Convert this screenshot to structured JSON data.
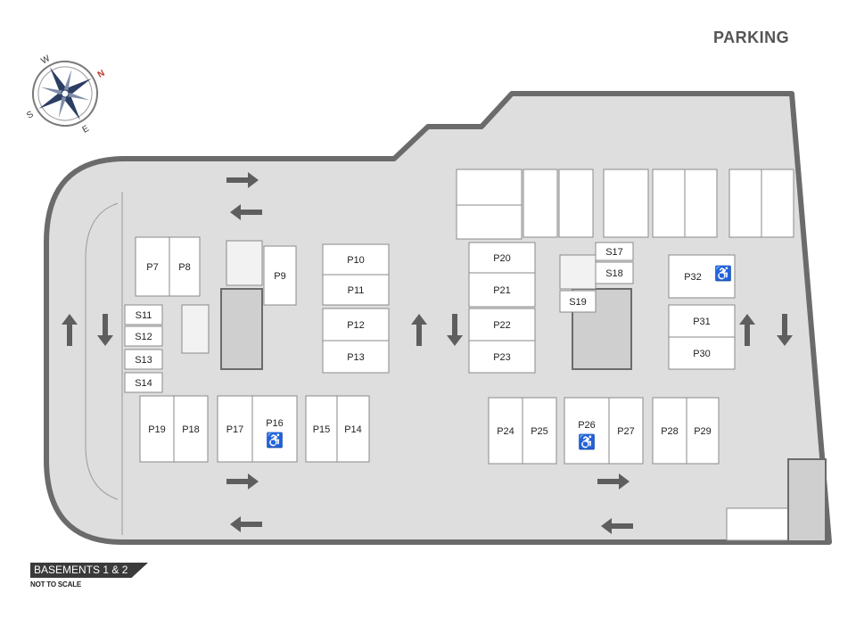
{
  "title": "PARKING",
  "legend": {
    "level": "BASEMENTS 1 & 2",
    "scale_note": "NOT TO SCALE"
  },
  "compass": {
    "labels": [
      "S",
      "W",
      "N",
      "E"
    ],
    "north_color": "#c0392b"
  },
  "colors": {
    "floor": "#dedede",
    "outline": "#6b6b6b",
    "bay": "#ffffff",
    "text": "#222222",
    "accessible_icon": "#1f3a93"
  },
  "parking_bays": [
    "P7",
    "P8",
    "P9",
    "P10",
    "P11",
    "P12",
    "P13",
    "P14",
    "P15",
    "P16",
    "P17",
    "P18",
    "P19",
    "P20",
    "P21",
    "P22",
    "P23",
    "P24",
    "P25",
    "P26",
    "P27",
    "P28",
    "P29",
    "P30",
    "P31",
    "P32"
  ],
  "storage_units": [
    "S11",
    "S12",
    "S13",
    "S14",
    "S17",
    "S18",
    "S19"
  ],
  "accessible_bays": [
    "P16",
    "P26",
    "P32"
  ],
  "accessible_icon": "wheelchair-icon",
  "traffic_arrows": [
    "right",
    "left",
    "up",
    "down",
    "up",
    "down",
    "right",
    "left",
    "right",
    "left",
    "up",
    "down"
  ]
}
